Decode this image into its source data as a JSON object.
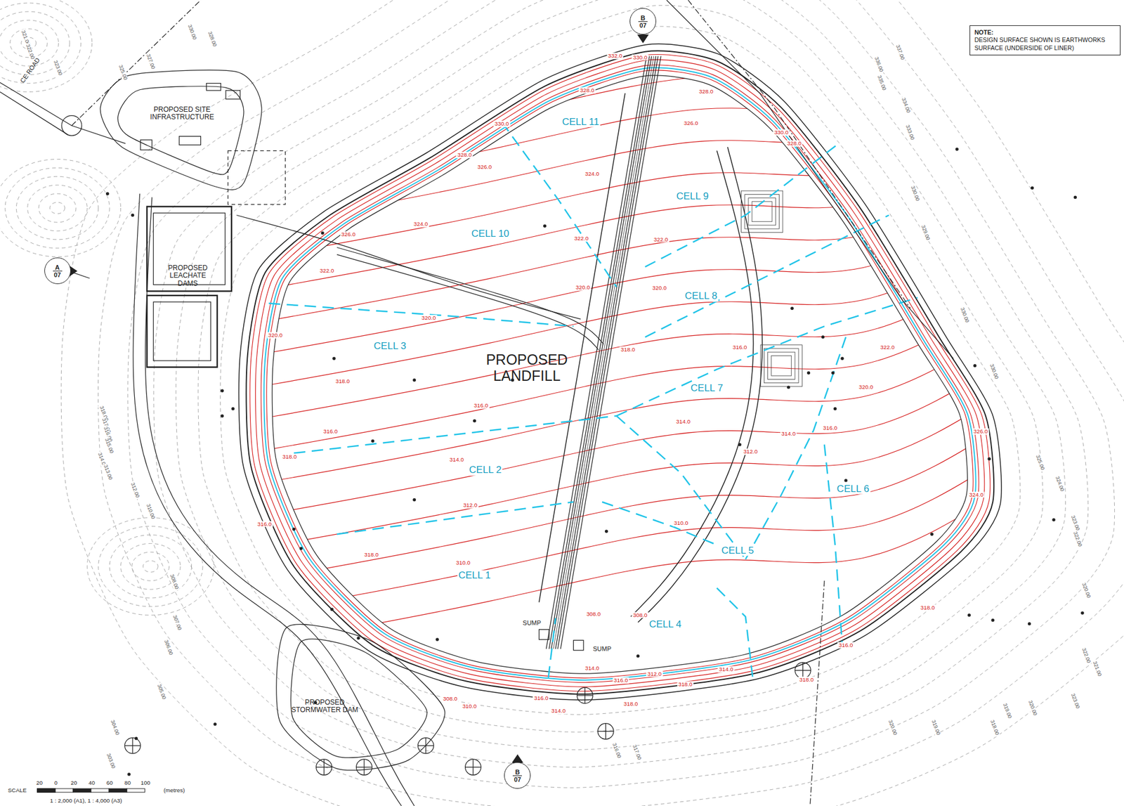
{
  "diagram": {
    "nodes": [
      {
        "text": [
          "NOTE:",
          "DESIGN SURFACE SHOWN IS EARTHWORKS SURFACE (UNDERSIDE OF LINER)"
        ]
      },
      {
        "text": [
          "A",
          "07"
        ]
      },
      {
        "text": [
          "B",
          "07"
        ]
      },
      {
        "text": [
          "B",
          "07"
        ]
      }
    ],
    "labels": [
      "PROPOSED SITE INFRASTRUCTURE",
      "PROPOSED LEACHATE DAMS",
      "PROPOSED LANDFILL",
      "PROPOSED STORMWATER DAM",
      "CELL 11",
      "CELL 10",
      "CELL 9",
      "CELL 8",
      "CELL 3",
      "CELL 7",
      "CELL 2",
      "CELL 6",
      "CELL 5",
      "CELL 1",
      "CELL 4",
      "SUMP",
      "SUMP",
      "CE ROAD",
      "SCALE",
      "20",
      "0",
      "20",
      "40",
      "60",
      "80",
      "100",
      "(metres)",
      "1 : 2,000 (A1), 1 : 4,000 (A3)",
      "332.0",
      "330.0",
      "328.0",
      "328.0",
      "330.0",
      "326.0",
      "328.0",
      "326.0",
      "324.0",
      "324.0",
      "322.0",
      "322.0",
      "326.0",
      "322.0",
      "320.0",
      "320.0",
      "320.0",
      "320.0",
      "318.0",
      "318.0",
      "316.0",
      "316.0",
      "316.0",
      "314.0",
      "314.0",
      "312.0",
      "312.0",
      "310.0",
      "310.0",
      "308.0",
      "308.0",
      "318.0",
      "316.0",
      "318.0",
      "314.0",
      "316.0",
      "312.0",
      "318.0",
      "314.0",
      "316.0",
      "314.0",
      "310.0",
      "308.0",
      "318.0",
      "320.0",
      "322.0",
      "316.0",
      "314.0",
      "318.0",
      "316.0",
      "318.0",
      "326.0",
      "324.0",
      "330.0",
      "328.0",
      "321.00",
      "322.00",
      "323.00",
      "325.00",
      "327.00",
      "328.00",
      "330.00",
      "337.00",
      "336.00",
      "335.00",
      "334.00",
      "333.00",
      "330.00",
      "329.00",
      "330.00",
      "330.00",
      "325.00",
      "324.00",
      "323.00",
      "322.00",
      "320.00",
      "322.00",
      "321.00",
      "323.00",
      "320.00",
      "319.00",
      "318.00",
      "318.00",
      "317.00",
      "316.00",
      "315.00",
      "314.00",
      "313.00",
      "312.00",
      "310.00",
      "308.00",
      "307.00",
      "306.00",
      "305.00",
      "304.00",
      "303.00",
      "320.00",
      "319.00",
      "317.00",
      "316.00"
    ]
  }
}
